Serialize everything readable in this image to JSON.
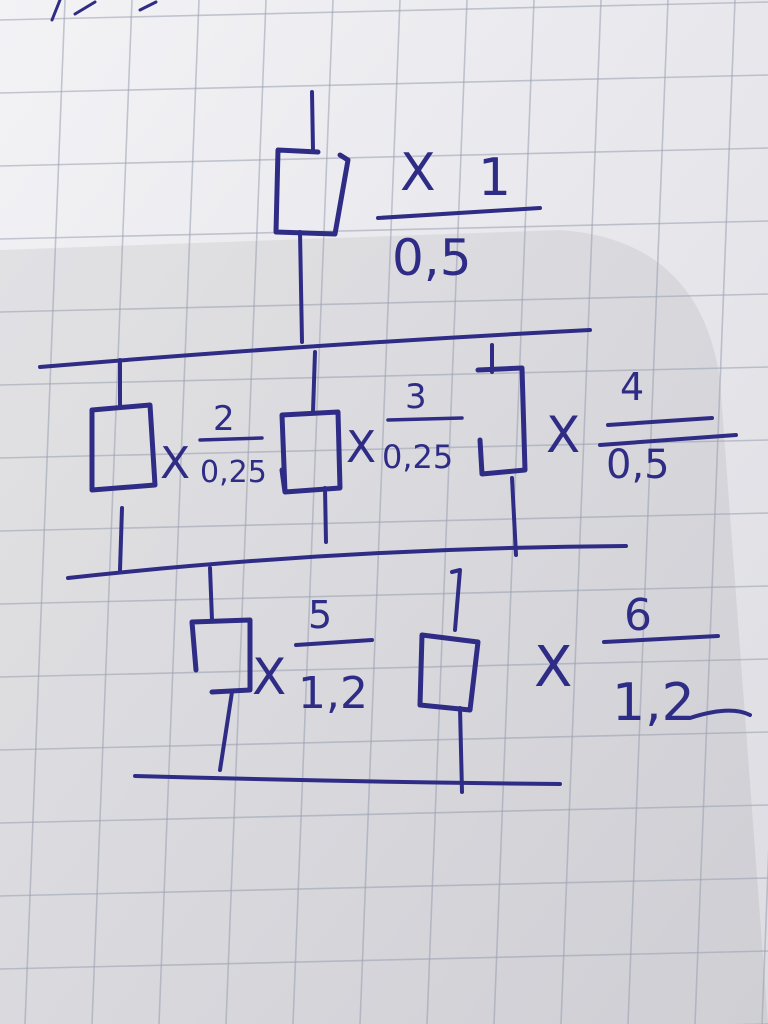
{
  "diagram": {
    "kind": "hand-drawn resistor network on graph paper",
    "ink_color": "#2f2c86",
    "paper_color": "#ecebef",
    "grid_color": "#9aa0b0",
    "mark": "X",
    "resistors": [
      {
        "id": "1",
        "value": "0,5"
      },
      {
        "id": "2",
        "value": "0,25"
      },
      {
        "id": "3",
        "value": "0,25"
      },
      {
        "id": "4",
        "value": "0,5"
      },
      {
        "id": "5",
        "value": "1,2"
      },
      {
        "id": "6",
        "value": "1,2"
      }
    ]
  }
}
